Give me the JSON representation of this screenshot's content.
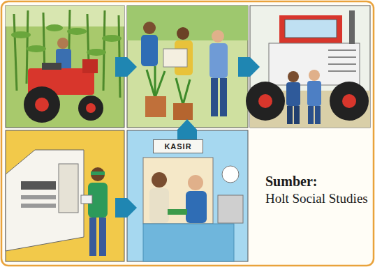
{
  "diagram": {
    "nodes": [
      {
        "text": [
          "KASIR"
        ]
      }
    ],
    "labels": [
      "Sumber:",
      "Holt Social Studies"
    ]
  }
}
